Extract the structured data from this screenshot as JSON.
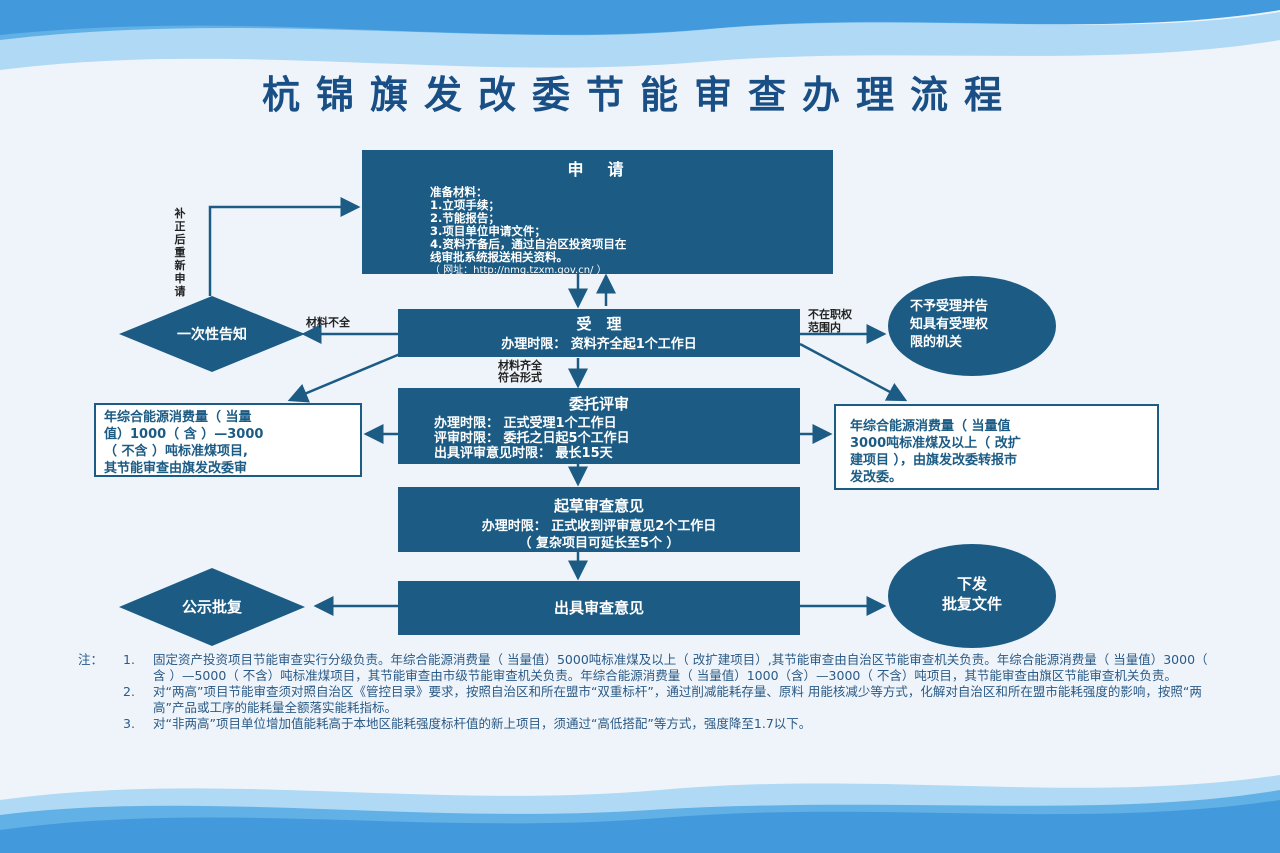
{
  "title": "杭锦旗发改委节能审查办理流程",
  "apply": {
    "heading": "申　请",
    "lines": [
      "准备材料：",
      "1.立项手续；",
      "2.节能报告；",
      "3.项目单位申请文件；",
      "4.资料齐备后，通过自治区投资项目在",
      "线审批系统报送相关资料。"
    ],
    "url": "（ 网址：http://nmg.tzxm.gov.cn/ ）"
  },
  "accept": {
    "heading": "受　理",
    "time": "办理时限：  资料齐全起1个工作日"
  },
  "entrust": {
    "heading": "委托评审",
    "lines": [
      "办理时限：  正式受理1个工作日",
      "评审时限：  委托之日起5个工作日",
      "出具评审意见时限：  最长15天"
    ]
  },
  "draft": {
    "heading": "起草审查意见",
    "lines": [
      "办理时限：  正式收到评审意见2个工作日",
      "（ 复杂项目可延长至5个 ）"
    ]
  },
  "issue": {
    "heading": "出具审查意见"
  },
  "notify": {
    "text": "一次性告知"
  },
  "publicize": {
    "text": "公示批复"
  },
  "reject": {
    "lines": [
      "不予受理并告",
      "知具有受理权",
      "限的机关"
    ]
  },
  "release": {
    "lines": [
      "下发",
      "批复文件"
    ]
  },
  "left_box": {
    "lines": [
      "年综合能源消费量（ 当量",
      "值）1000（ 含 ）—3000",
      "（ 不含 ）吨标准煤项目,",
      "其节能审查由旗发改委审"
    ]
  },
  "right_box": {
    "lines": [
      "年综合能源消费量（ 当量值",
      "3000吨标准煤及以上（ 改扩",
      "建项目 ），由旗发改委转报市",
      "发改委。"
    ]
  },
  "labels": {
    "resubmit": "补正后重新申请",
    "incomplete": "材料不全",
    "out_of_scope": [
      "不在职权",
      "范围内"
    ],
    "complete": [
      "材料齐全",
      "符合形式"
    ]
  },
  "notes": {
    "lead": "注：",
    "items": [
      {
        "num": "1.",
        "text": "固定资产投资项目节能审查实行分级负责。年综合能源消费量（ 当量值）5000吨标准煤及以上（ 改扩建项目）,其节能审查由自治区节能审查机关负责。年综合能源消费量（ 当量值）3000（ 含 ）—5000（ 不含）吨标准煤项目，其节能审查由市级节能审查机关负责。年综合能源消费量（ 当量值）1000（含）—3000（ 不含）吨项目，其节能审查由旗区节能审查机关负责。"
      },
      {
        "num": "2.",
        "text": "对“两高”项目节能审查须对照自治区《管控目录》要求，按照自治区和所在盟市“双重标杆”，通过削减能耗存量、原料 用能核减少等方式，化解对自治区和所在盟市能耗强度的影响，按照“两高”产品或工序的能耗量全额落实能耗指标。"
      },
      {
        "num": "3.",
        "text": "对“非两高”项目单位增加值能耗高于本地区能耗强度标杆值的新上项目，须通过“高低搭配”等方式，强度降至1.7以下。"
      }
    ]
  },
  "colors": {
    "box": "#1c5b84",
    "title": "#1a4f86",
    "notes": "#2b5a86",
    "wave": "#2f8fd8"
  }
}
